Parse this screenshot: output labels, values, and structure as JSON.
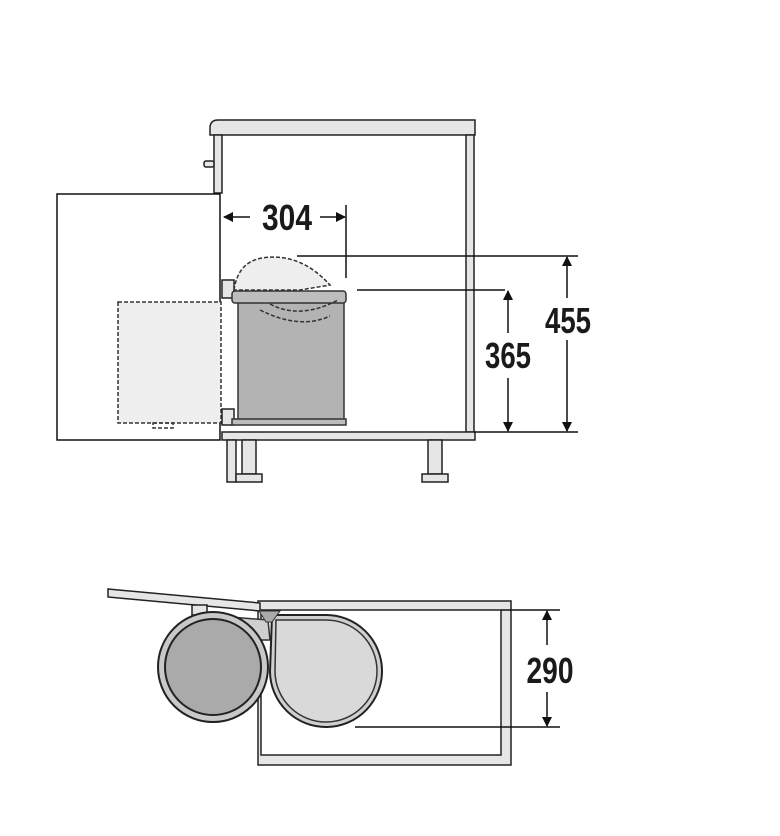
{
  "diagram": {
    "side_view": {
      "dim_depth": "304",
      "dim_total_height": "455",
      "dim_bin_height": "365"
    },
    "top_view": {
      "dim_width": "290"
    }
  },
  "colors": {
    "panel": "#e6e6e6",
    "bin_body": "#b3b3b3",
    "bin_light": "#d9d9d9",
    "line": "#222222"
  }
}
